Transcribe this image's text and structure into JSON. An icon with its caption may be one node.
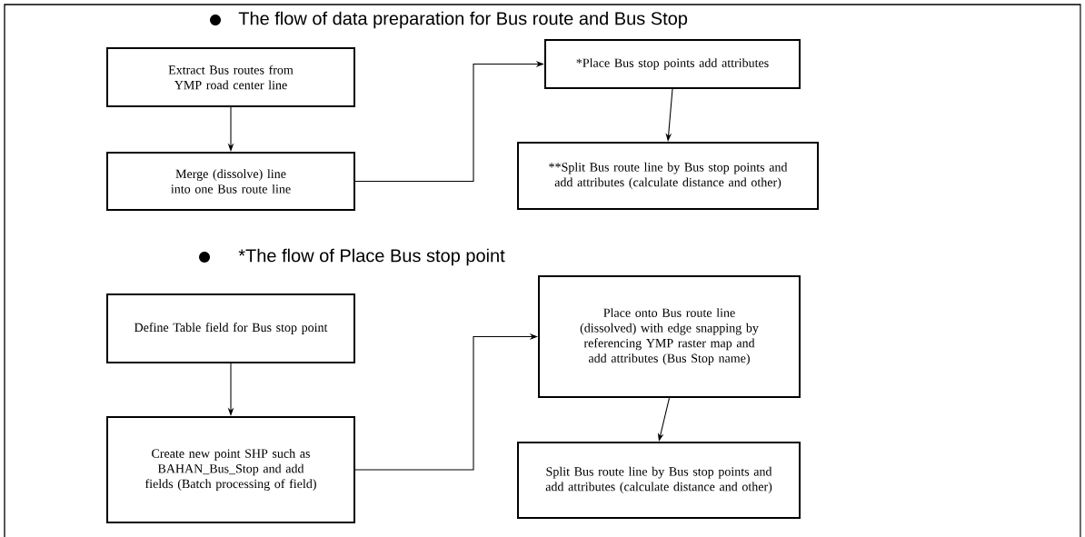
{
  "diagram": {
    "nodes": [
      {
        "text": [
          "Extract Bus routes from YMP road center line"
        ]
      },
      {
        "text": [
          "Merge (dissolve) line into one Bus route line"
        ]
      },
      {
        "text": [
          "*Place Bus stop points add attributes"
        ]
      },
      {
        "text": [
          "**Split Bus route line by Bus stop points and add attributes (calculate distance and other)"
        ]
      },
      {
        "text": [
          "Define Table field for Bus stop point"
        ]
      },
      {
        "text": [
          "Create new point SHP such as BAHAN_Bus_Stop and add fields (Batch processing of field)"
        ]
      },
      {
        "text": [
          "Place onto Bus route line (dissolved) with edge snapping by referencing YMP raster map and add attributes (Bus Stop name)"
        ]
      },
      {
        "text": [
          "Split Bus route line by Bus stop points and add attributes (calculate distance and other)"
        ]
      }
    ],
    "edges": [
      {
        "from": 0,
        "to": 1,
        "arrow": "to"
      },
      {
        "from": 1,
        "to": 2,
        "arrow": "to"
      },
      {
        "from": 2,
        "to": 3,
        "arrow": "to"
      },
      {
        "from": 4,
        "to": 5,
        "arrow": "to"
      },
      {
        "from": 5,
        "to": 6,
        "arrow": "to"
      },
      {
        "from": 6,
        "to": 7,
        "arrow": "to"
      }
    ],
    "labels": [
      "The flow of data preparation for Bus route and Bus Stop",
      "*The flow of Place Bus stop point"
    ]
  }
}
